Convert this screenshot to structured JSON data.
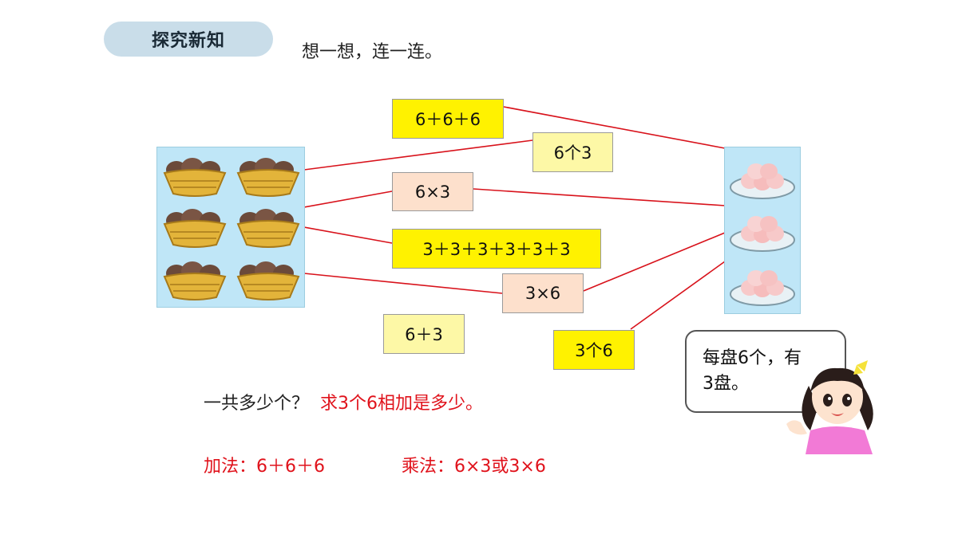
{
  "header": {
    "tag": "探究新知",
    "instruction": "想一想，连一连。"
  },
  "cards": [
    {
      "id": "c1",
      "text": "6＋6＋6"
    },
    {
      "id": "c2",
      "text": "6个3"
    },
    {
      "id": "c3",
      "text": "6×3"
    },
    {
      "id": "c4",
      "text": "3＋3＋3＋3＋3＋3"
    },
    {
      "id": "c5",
      "text": "3×6"
    },
    {
      "id": "c6",
      "text": "6＋3"
    },
    {
      "id": "c7",
      "text": "3个6"
    }
  ],
  "question": {
    "prompt": "一共多少个？",
    "answer": "求3个6相加是多少。"
  },
  "formulas": {
    "addition": "加法：6＋6＋6",
    "multiplication": "乘法：6×3或3×6"
  },
  "speech": {
    "line1": "每盘6个，有",
    "line2": "3盘。"
  },
  "colors": {
    "connector": "#d8121b",
    "highlight_card": "#fff200",
    "pale_card": "#fdf8a6",
    "peach_card": "#fde0cc",
    "answer_text": "#e0121b",
    "tag_bg": "#c9dde9"
  }
}
